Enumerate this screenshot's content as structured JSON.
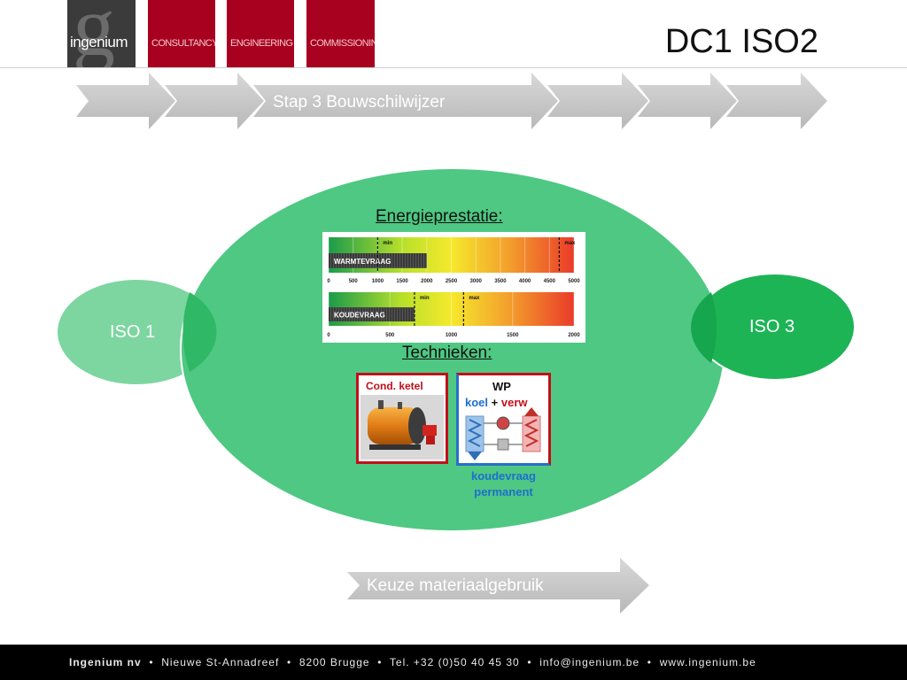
{
  "header": {
    "logo_word": "ingenium",
    "tabs": [
      {
        "label": "CONSULTANCY"
      },
      {
        "label": "ENGINEERING"
      },
      {
        "label": "COMMISSIONING"
      }
    ],
    "title": "DC1 ISO2"
  },
  "process": {
    "step_label": "Stap 3 Bouwschilwijzer",
    "bottom_label": "Keuze materiaalgebruik"
  },
  "circles": {
    "iso1": "ISO 1",
    "iso3": "ISO 3"
  },
  "main": {
    "energie_label": "Energieprestatie:",
    "technieken_label": "Technieken:"
  },
  "chart_data": [
    {
      "type": "bar",
      "bar_label": "WARMTEVRAAG",
      "value": 2000,
      "min_label": "min",
      "max_label": "max",
      "min_marker": 1000,
      "max_marker": 4700,
      "xlim": [
        0,
        5000
      ],
      "ticks": [
        "0",
        "500",
        "1000",
        "1500",
        "2000",
        "2500",
        "3000",
        "3500",
        "4000",
        "4500",
        "5000"
      ]
    },
    {
      "type": "bar",
      "bar_label": "KOUDEVRAAG",
      "value": 700,
      "min_label": "min",
      "max_label": "max",
      "min_marker": 700,
      "max_marker": 1100,
      "xlim": [
        0,
        2000
      ],
      "ticks": [
        "0",
        "500",
        "1000",
        "1500",
        "2000"
      ]
    }
  ],
  "techniques": {
    "ketel_label": "Cond. ketel",
    "wp_label": "WP",
    "wp_koel": "koel",
    "wp_plus": "+",
    "wp_verw": "verw",
    "wp_note": "koudevraag permanent"
  },
  "footer": {
    "brand": "Ingenium nv",
    "items": [
      "Nieuwe St-Annadreef",
      "8200 Brugge",
      "Tel. +32 (0)50 40 45 30",
      "info@ingenium.be",
      "www.ingenium.be"
    ]
  },
  "colors": {
    "brand_red": "#a8001f",
    "green_main": "#4ec882",
    "green_light": "#7dd6a0",
    "green_dark": "#1db456",
    "chevron_gray": "#c8c8c8"
  }
}
